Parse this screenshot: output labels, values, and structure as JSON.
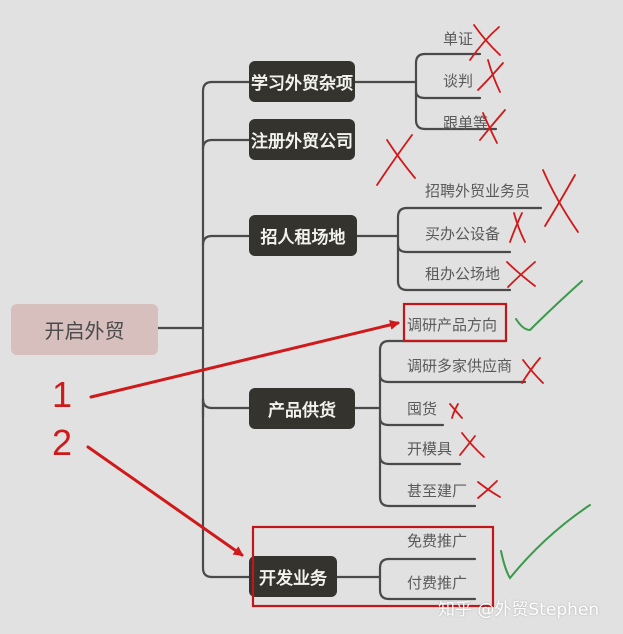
{
  "diagram": {
    "type": "mind-map",
    "root": {
      "label": "开启外贸"
    },
    "branches": [
      {
        "label": "学习外贸杂项",
        "children": [
          {
            "label": "单证",
            "mark": "cross"
          },
          {
            "label": "谈判",
            "mark": "cross"
          },
          {
            "label": "跟单等",
            "mark": "cross"
          }
        ]
      },
      {
        "label": "注册外贸公司",
        "mark": "cross",
        "children": []
      },
      {
        "label": "招人租场地",
        "children": [
          {
            "label": "招聘外贸业务员",
            "mark": "cross"
          },
          {
            "label": "买办公设备",
            "mark": "cross"
          },
          {
            "label": "租办公场地",
            "mark": "cross"
          }
        ]
      },
      {
        "label": "产品供货",
        "children": [
          {
            "label": "调研产品方向",
            "mark": "check",
            "highlighted": true
          },
          {
            "label": "调研多家供应商",
            "mark": "cross"
          },
          {
            "label": "囤货",
            "mark": "cross"
          },
          {
            "label": "开模具",
            "mark": "cross"
          },
          {
            "label": "甚至建厂",
            "mark": "cross"
          }
        ]
      },
      {
        "label": "开发业务",
        "highlighted": true,
        "mark": "check",
        "children": [
          {
            "label": "免费推广"
          },
          {
            "label": "付费推广"
          }
        ]
      }
    ]
  },
  "annotations": {
    "step_1": "1",
    "step_2": "2",
    "step_1_target": "调研产品方向",
    "step_2_target": "开发业务"
  },
  "watermark": "知乎 @外贸Stephen",
  "colors": {
    "background": "#e1e1e1",
    "root_fill": "#d6bfbd",
    "main_fill": "#34332d",
    "line": "#4a4a4a",
    "annotation_red": "#d0191a",
    "check_green": "#3a9a4a"
  }
}
